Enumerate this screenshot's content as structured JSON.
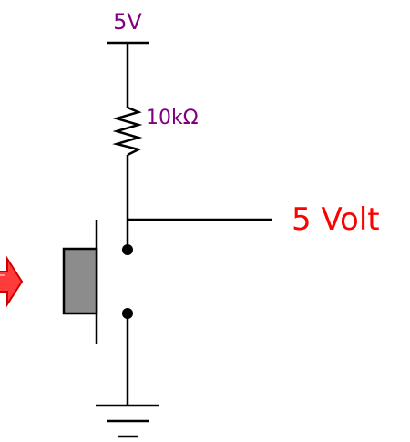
{
  "supply": {
    "label": "5V",
    "color": "#800080"
  },
  "resistor": {
    "label": "10kΩ",
    "color": "#800080"
  },
  "output": {
    "label": "5 Volt",
    "color": "#ff0000"
  },
  "press_arrow": {
    "icon": "right-arrow-icon",
    "fill": "#ff3b3b",
    "stroke": "#cc0000"
  },
  "button_cap": {
    "fill": "#8c8c8c"
  },
  "wire_color": "#000000"
}
